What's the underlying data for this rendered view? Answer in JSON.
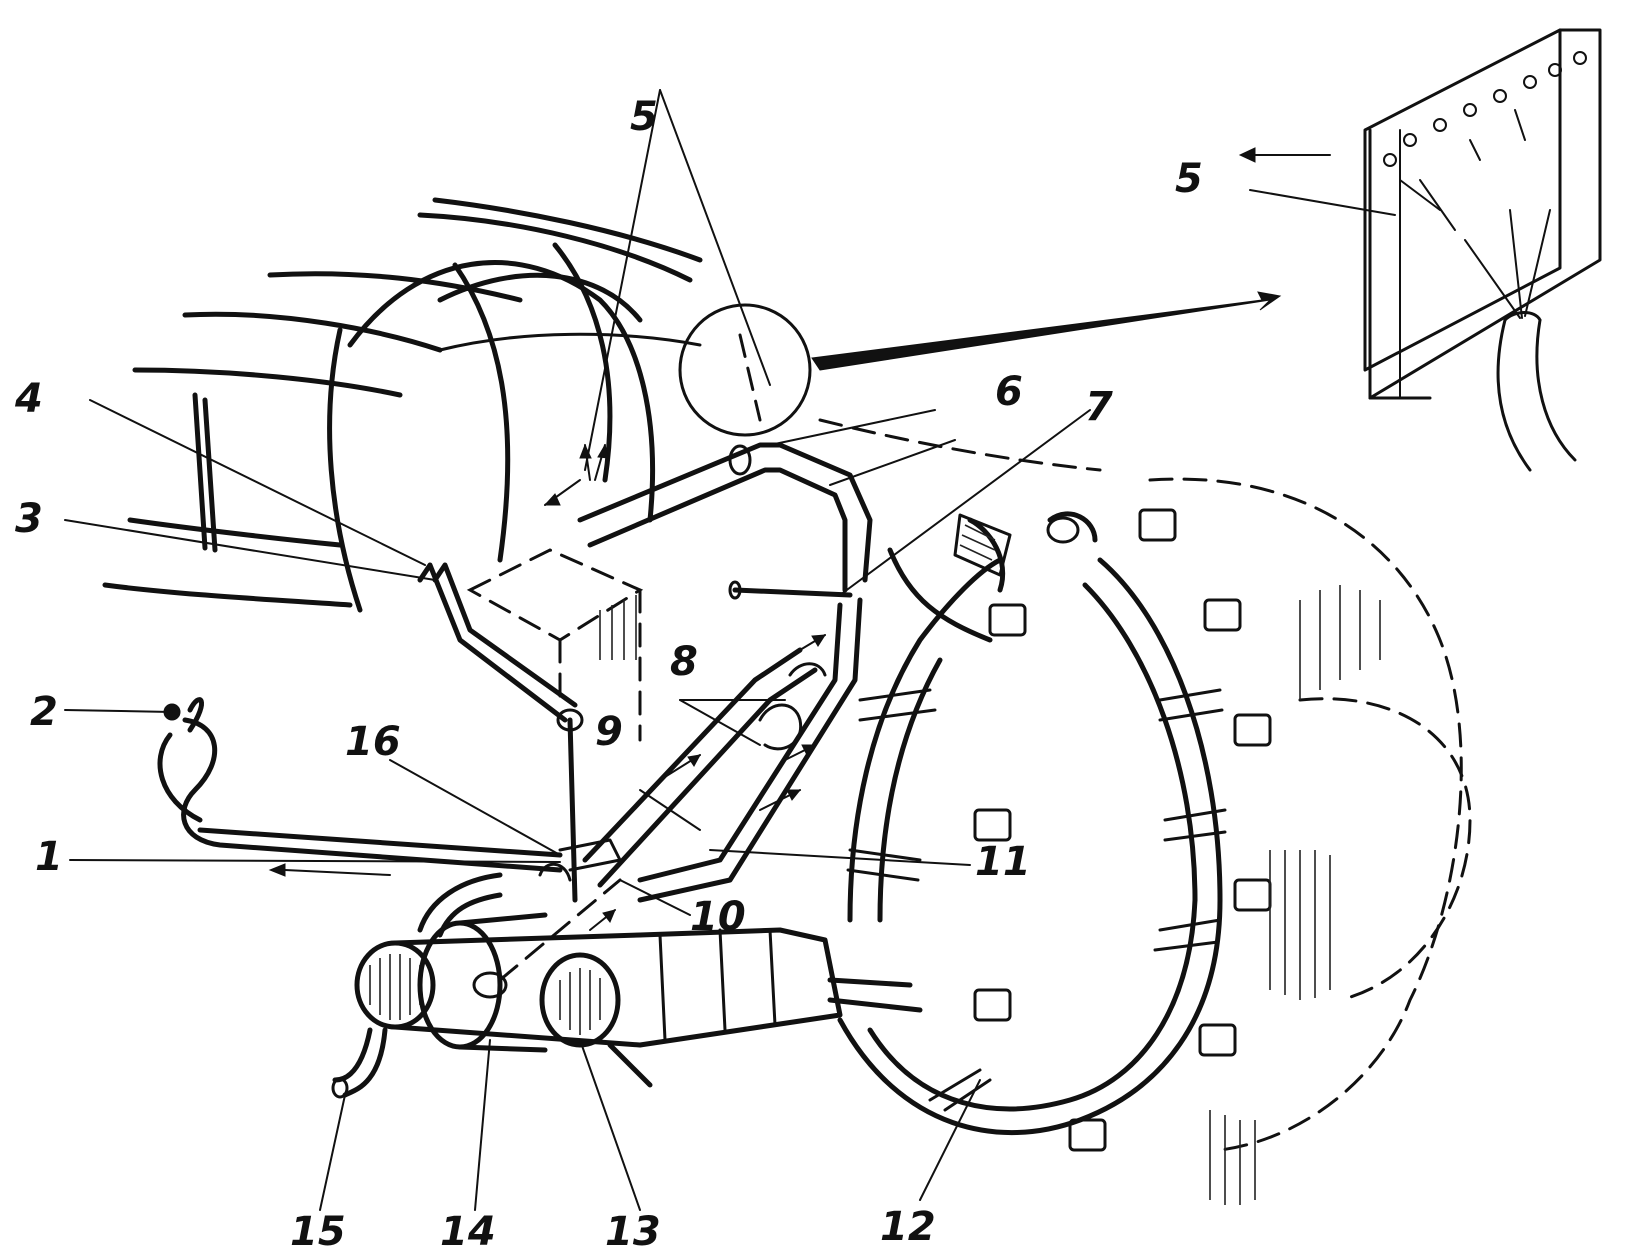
{
  "callouts": [
    {
      "id": "1",
      "text": "1"
    },
    {
      "id": "2",
      "text": "2"
    },
    {
      "id": "3",
      "text": "3"
    },
    {
      "id": "4",
      "text": "4"
    },
    {
      "id": "5",
      "text": "5"
    },
    {
      "id": "5b",
      "text": "5"
    },
    {
      "id": "6",
      "text": "6"
    },
    {
      "id": "7",
      "text": "7"
    },
    {
      "id": "8",
      "text": "8"
    },
    {
      "id": "9",
      "text": "9"
    },
    {
      "id": "10",
      "text": "10"
    },
    {
      "id": "11",
      "text": "11"
    },
    {
      "id": "12",
      "text": "12"
    },
    {
      "id": "13",
      "text": "13"
    },
    {
      "id": "14",
      "text": "14"
    },
    {
      "id": "15",
      "text": "15"
    },
    {
      "id": "16",
      "text": "16"
    }
  ],
  "colors": {
    "ink": "#111111",
    "background": "#ffffff"
  }
}
